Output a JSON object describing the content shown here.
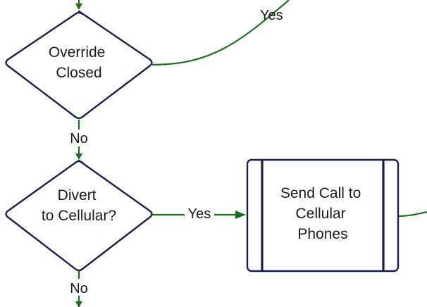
{
  "diagram": {
    "type": "flowchart",
    "colors": {
      "node_border": "#1a1f4a",
      "connector": "#1e6b1e",
      "text": "#1a1a1a",
      "background": "#ffffff"
    },
    "nodes": {
      "override_closed": {
        "shape": "decision",
        "line1": "Override",
        "line2": "Closed"
      },
      "divert_to_cellular": {
        "shape": "decision",
        "line1": "Divert",
        "line2": "to Cellular?"
      },
      "send_call_to_cellular": {
        "shape": "predefined-process",
        "line1": "Send Call to",
        "line2": "Cellular",
        "line3": "Phones"
      }
    },
    "edges": {
      "incoming_top": {
        "from": "(offscreen)",
        "to": "override_closed",
        "label": ""
      },
      "override_yes": {
        "from": "override_closed",
        "to": "(offscreen)",
        "label": "Yes"
      },
      "override_no": {
        "from": "override_closed",
        "to": "divert_to_cellular",
        "label": "No"
      },
      "divert_yes": {
        "from": "divert_to_cellular",
        "to": "send_call_to_cellular",
        "label": "Yes"
      },
      "divert_no": {
        "from": "divert_to_cellular",
        "to": "(offscreen)",
        "label": "No"
      },
      "send_call_out": {
        "from": "send_call_to_cellular",
        "to": "(offscreen)",
        "label": ""
      }
    }
  }
}
